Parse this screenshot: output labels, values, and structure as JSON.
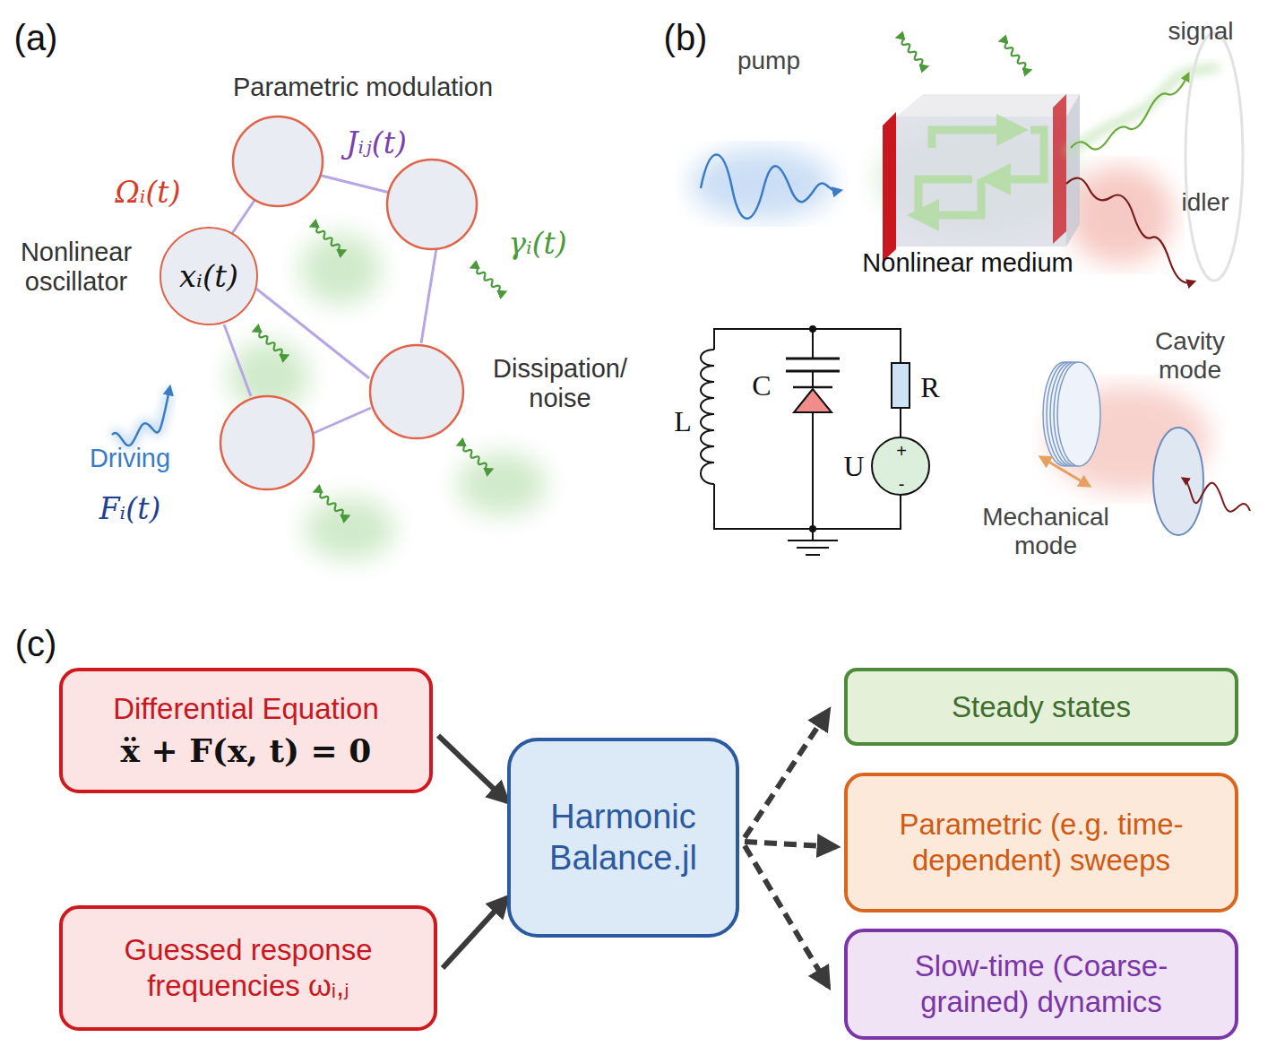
{
  "diagram": {
    "nodes": [
      {
        "text": [
          "xᵢ(t)"
        ]
      },
      {
        "text": [
          "Differential Equation",
          "ẍ + F(x, t) = 0"
        ]
      },
      {
        "text": [
          "Guessed response frequencies ωᵢ,ⱼ"
        ]
      },
      {
        "text": [
          "Harmonic Balance.jl"
        ]
      },
      {
        "text": [
          "Steady states"
        ]
      },
      {
        "text": [
          "Parametric (e.g. time-dependent) sweeps"
        ]
      },
      {
        "text": [
          "Slow-time (Coarse-grained) dynamics"
        ]
      }
    ],
    "edges": [
      {
        "from": 1,
        "to": 3,
        "arrow": "to"
      },
      {
        "from": 2,
        "to": 3,
        "arrow": "to"
      },
      {
        "from": 3,
        "to": 4,
        "arrow": "to"
      },
      {
        "from": 3,
        "to": 5,
        "arrow": "to"
      },
      {
        "from": 3,
        "to": 6,
        "arrow": "to"
      }
    ],
    "labels": [
      "(a)",
      "Parametric modulation",
      "Jᵢⱼ(t)",
      "Ωᵢ(t)",
      "γᵢ(t)",
      "Nonlinear oscillator",
      "Dissipation/ noise",
      "Driving",
      "Fᵢ(t)",
      "(b)",
      "pump",
      "signal",
      "idler",
      "Nonlinear medium",
      "L",
      "C",
      "R",
      "U",
      "+",
      "-",
      "Cavity mode",
      "Mechanical mode",
      "(c)"
    ]
  }
}
